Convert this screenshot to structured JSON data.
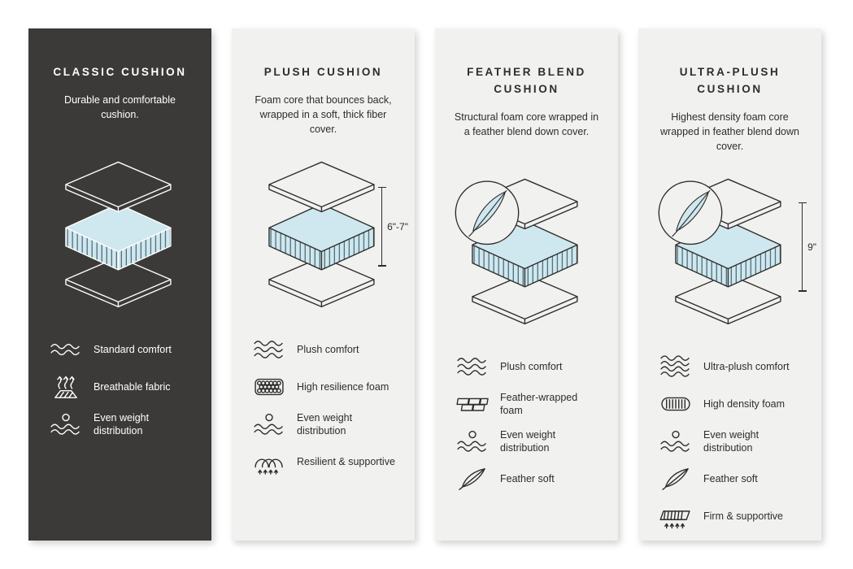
{
  "colors": {
    "page_bg": "#ffffff",
    "dark_panel_bg": "#3b3a38",
    "light_panel_bg": "#f1f1ef",
    "foam_fill": "#cfe7ee",
    "line_on_dark": "#ffffff",
    "line_on_light": "#2e2d2b",
    "hatch": "#3d5a66"
  },
  "panels": [
    {
      "title": "CLASSIC CUSHION",
      "description": "Durable and comfortable cushion.",
      "features": [
        {
          "icon": "waves-2",
          "label": "Standard comfort"
        },
        {
          "icon": "breathable",
          "label": "Breathable fabric"
        },
        {
          "icon": "ball-waves",
          "label": "Even weight distribution"
        }
      ]
    },
    {
      "title": "PLUSH CUSHION",
      "description": "Foam core that bounces back, wrapped in a soft, thick fiber cover.",
      "measurement": "6\"-7\"",
      "features": [
        {
          "icon": "waves-3",
          "label": "Plush comfort"
        },
        {
          "icon": "bubble-foam",
          "label": "High resilience foam"
        },
        {
          "icon": "ball-waves",
          "label": "Even weight distribution"
        },
        {
          "icon": "spring",
          "label": "Resilient & supportive"
        }
      ]
    },
    {
      "title": "FEATHER BLEND CUSHION",
      "description": "Structural foam core wrapped in a feather blend down cover.",
      "features": [
        {
          "icon": "waves-3",
          "label": "Plush comfort"
        },
        {
          "icon": "bricks",
          "label": "Feather-wrapped foam"
        },
        {
          "icon": "ball-waves",
          "label": "Even weight distribution"
        },
        {
          "icon": "feather",
          "label": "Feather soft"
        }
      ]
    },
    {
      "title": "ULTRA-PLUSH CUSHION",
      "description": "Highest density foam core wrapped in feather blend down cover.",
      "measurement": "9\"",
      "features": [
        {
          "icon": "waves-4",
          "label": "Ultra-plush comfort"
        },
        {
          "icon": "striped-foam",
          "label": "High density foam"
        },
        {
          "icon": "ball-waves",
          "label": "Even weight distribution"
        },
        {
          "icon": "feather",
          "label": "Feather soft"
        },
        {
          "icon": "firm",
          "label": "Firm & supportive"
        }
      ]
    }
  ]
}
